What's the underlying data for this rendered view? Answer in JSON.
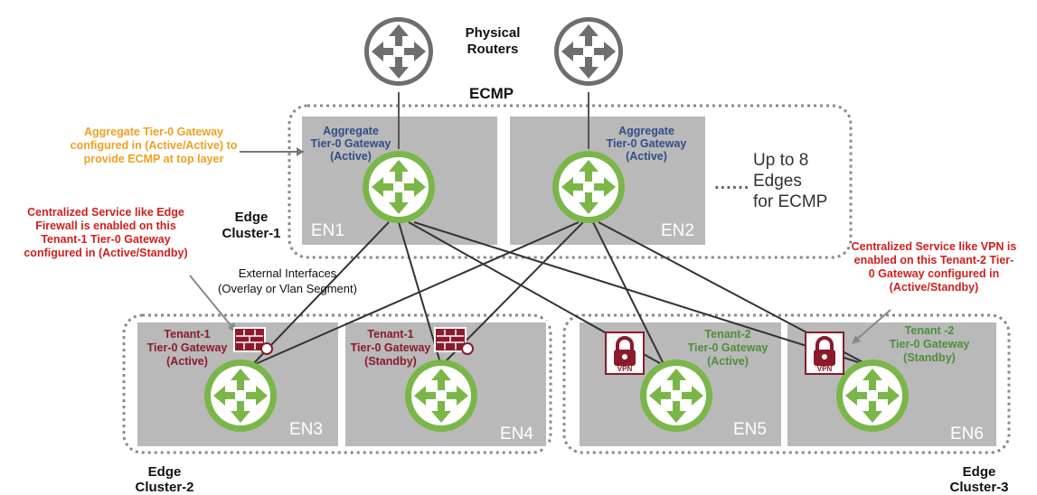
{
  "title": {
    "routers": "Physical\nRouters",
    "ecmp": "ECMP"
  },
  "note_aggregate": "Aggregate Tier-0 Gateway\nconfigured in (Active/Active) to\nprovide ECMP at top layer",
  "note_firewall": "Centralized Service like Edge\nFirewall is enabled on this\nTenant-1 Tier-0 Gateway\nconfigured in (Active/Standby)",
  "note_vpn": "Centralized Service like VPN is\nenabled on this Tenant-2 Tier-\n0 Gateway configured in\n(Active/Standby)",
  "external_interfaces": "External Interfaces\n(Overlay or Vlan Segment)",
  "clusters": {
    "c1": "Edge\nCluster-1",
    "c2": "Edge\nCluster-2",
    "c3": "Edge\nCluster-3"
  },
  "up_to": "Up to 8\nEdges\nfor ECMP",
  "ellipsis": "......",
  "nodes": {
    "en1": {
      "id": "EN1",
      "label": "Aggregate\nTier-0 Gateway\n(Active)"
    },
    "en2": {
      "id": "EN2",
      "label": "Aggregate\nTier-0 Gateway\n(Active)"
    },
    "en3": {
      "id": "EN3",
      "label": "Tenant-1\nTier-0 Gateway\n(Active)"
    },
    "en4": {
      "id": "EN4",
      "label": "Tenant-1\nTier-0 Gateway\n(Standby)"
    },
    "en5": {
      "id": "EN5",
      "label": "Tenant-2\nTier-0 Gateway\n(Active)"
    },
    "en6": {
      "id": "EN6",
      "label": "Tenant -2\nTier-0 Gateway\n(Standby)"
    }
  },
  "vpn_badge": "VPN",
  "colors": {
    "router_green": "#7ab648",
    "router_gray": "#6e6e6e",
    "box_gray": "#b9b9b9",
    "tenant1": "#8b1a2b",
    "tenant2": "#4e8d3a",
    "aggregate": "#2f4d8a",
    "note_red": "#d0201d",
    "note_orange": "#f0a020"
  }
}
